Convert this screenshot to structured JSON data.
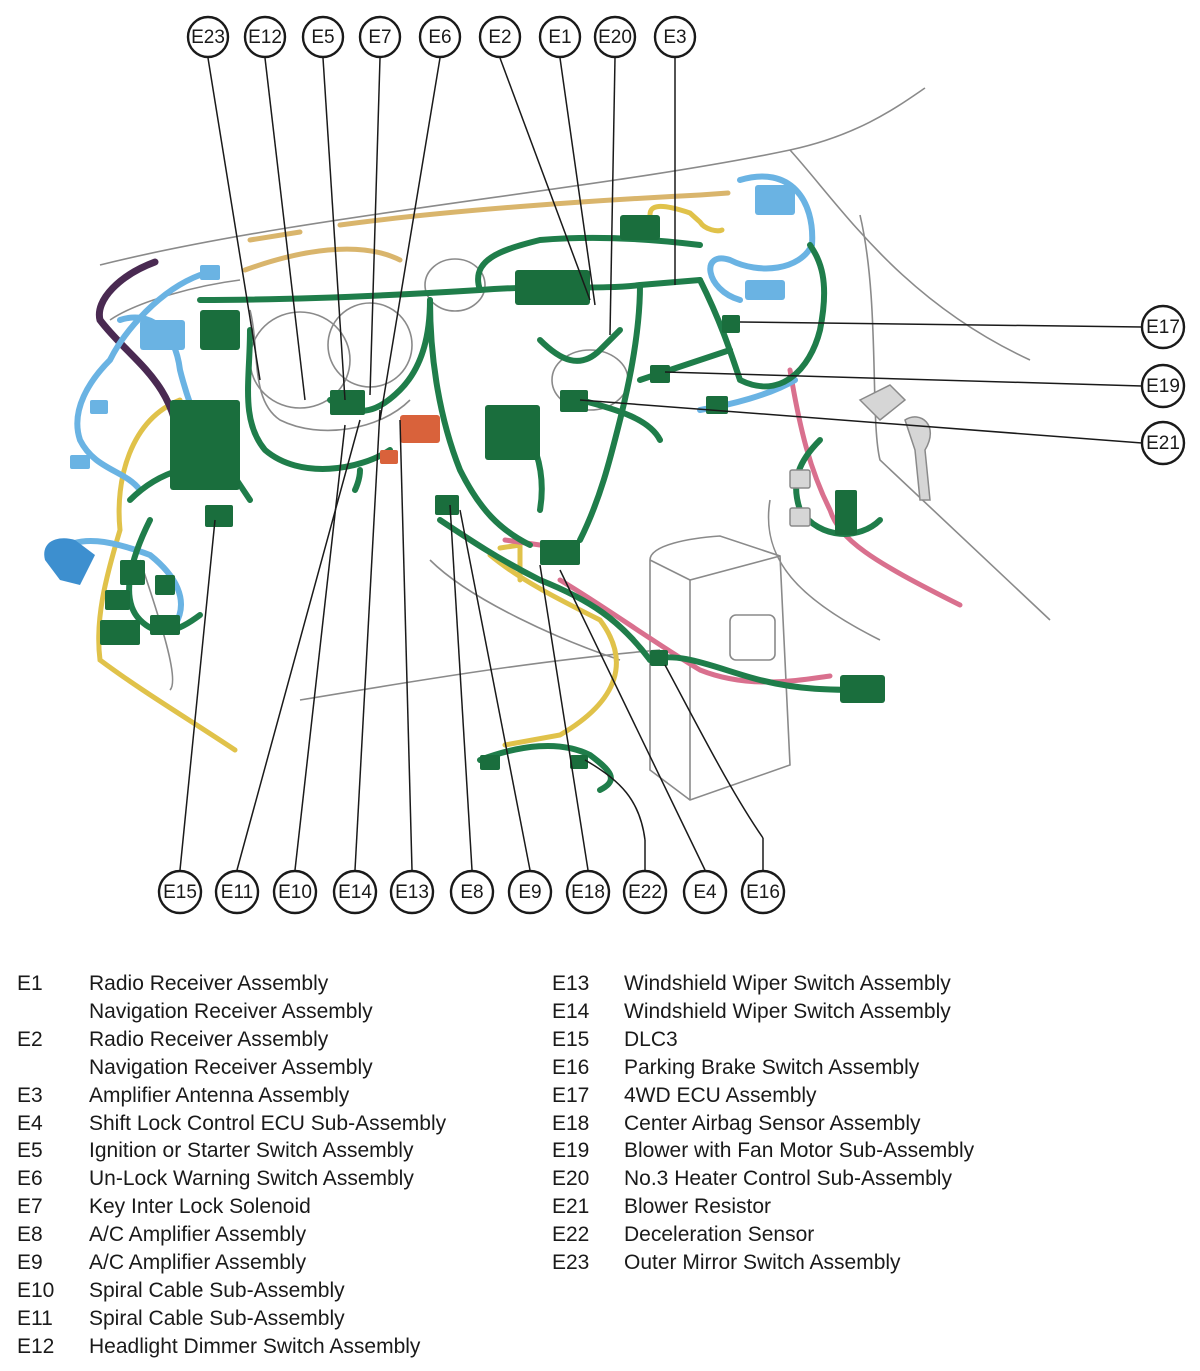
{
  "colors": {
    "harness_green": "#1f7d4a",
    "connector_green": "#1a6e3d",
    "harness_blue": "#6ab3e3",
    "harness_purple": "#4a2a52",
    "harness_yellow": "#e0c24a",
    "harness_tan": "#d9b56c",
    "harness_pink": "#d9708e",
    "connector_orange": "#d9623b",
    "outline_gray": "#8a8a8a"
  },
  "callouts": {
    "top": [
      "E23",
      "E12",
      "E5",
      "E7",
      "E6",
      "E2",
      "E1",
      "E20",
      "E3"
    ],
    "right": [
      "E17",
      "E19",
      "E21"
    ],
    "bottom": [
      "E15",
      "E11",
      "E10",
      "E14",
      "E13",
      "E8",
      "E9",
      "E18",
      "E22",
      "E4",
      "E16"
    ]
  },
  "legend_left": [
    {
      "code": "E1",
      "lines": [
        "Radio Receiver Assembly",
        "Navigation Receiver Assembly"
      ]
    },
    {
      "code": "E2",
      "lines": [
        "Radio Receiver Assembly",
        "Navigation Receiver Assembly"
      ]
    },
    {
      "code": "E3",
      "lines": [
        "Amplifier Antenna Assembly"
      ]
    },
    {
      "code": "E4",
      "lines": [
        "Shift Lock Control ECU Sub-Assembly"
      ]
    },
    {
      "code": "E5",
      "lines": [
        "Ignition or Starter Switch Assembly"
      ]
    },
    {
      "code": "E6",
      "lines": [
        "Un-Lock Warning Switch Assembly"
      ]
    },
    {
      "code": "E7",
      "lines": [
        "Key Inter Lock Solenoid"
      ]
    },
    {
      "code": "E8",
      "lines": [
        "A/C Amplifier Assembly"
      ]
    },
    {
      "code": "E9",
      "lines": [
        "A/C Amplifier Assembly"
      ]
    },
    {
      "code": "E10",
      "lines": [
        "Spiral Cable Sub-Assembly"
      ]
    },
    {
      "code": "E11",
      "lines": [
        "Spiral Cable Sub-Assembly"
      ]
    },
    {
      "code": "E12",
      "lines": [
        "Headlight Dimmer Switch Assembly"
      ]
    }
  ],
  "legend_right": [
    {
      "code": "E13",
      "lines": [
        "Windshield Wiper Switch Assembly"
      ]
    },
    {
      "code": "E14",
      "lines": [
        "Windshield Wiper Switch Assembly"
      ]
    },
    {
      "code": "E15",
      "lines": [
        "DLC3"
      ]
    },
    {
      "code": "E16",
      "lines": [
        "Parking Brake Switch Assembly"
      ]
    },
    {
      "code": "E17",
      "lines": [
        "4WD ECU Assembly"
      ]
    },
    {
      "code": "E18",
      "lines": [
        "Center Airbag Sensor Assembly"
      ]
    },
    {
      "code": "E19",
      "lines": [
        "Blower with Fan Motor Sub-Assembly"
      ]
    },
    {
      "code": "E20",
      "lines": [
        "No.3 Heater Control Sub-Assembly"
      ]
    },
    {
      "code": "E21",
      "lines": [
        "Blower Resistor"
      ]
    },
    {
      "code": "E22",
      "lines": [
        "Deceleration Sensor"
      ]
    },
    {
      "code": "E23",
      "lines": [
        "Outer Mirror Switch Assembly"
      ]
    }
  ]
}
